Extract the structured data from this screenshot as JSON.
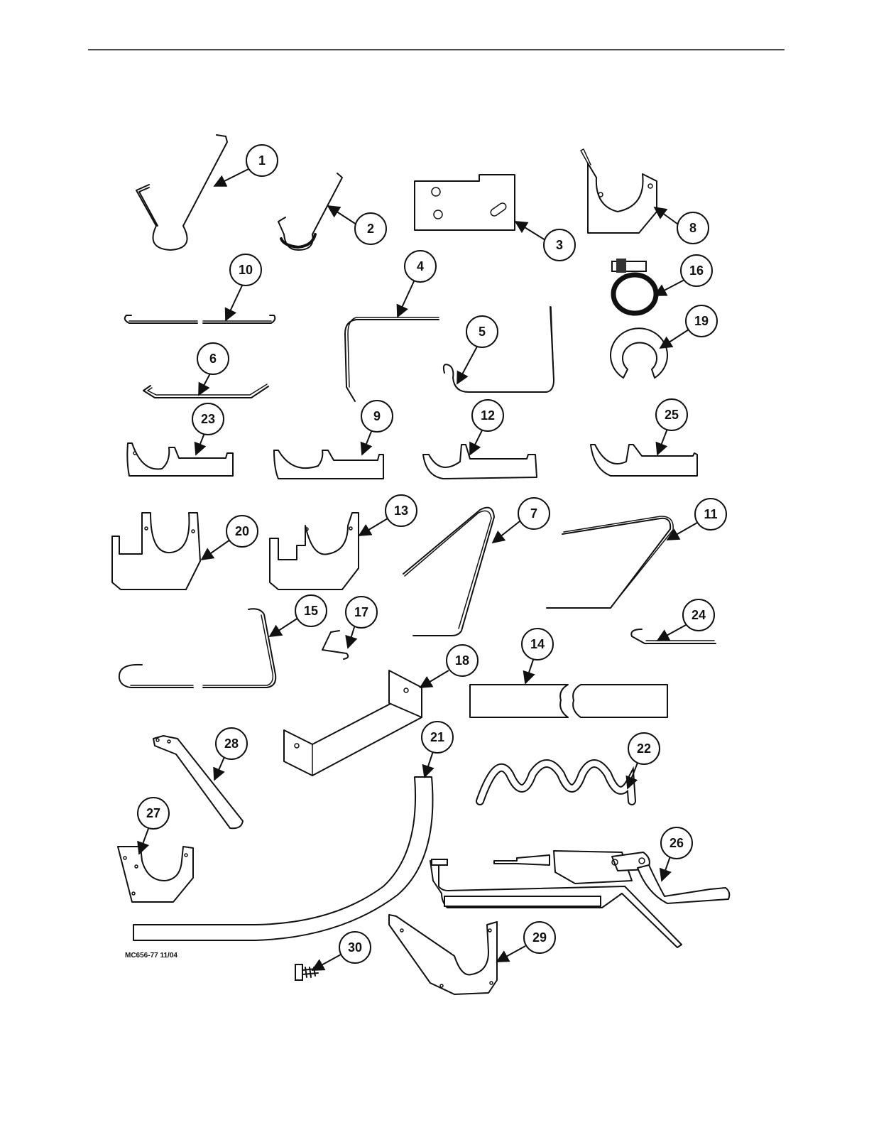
{
  "drawing": {
    "code": "MC656-77 11/04",
    "line_color": "#111111",
    "background": "#ffffff"
  },
  "callouts": [
    "1",
    "2",
    "3",
    "4",
    "5",
    "6",
    "7",
    "8",
    "9",
    "10",
    "11",
    "12",
    "13",
    "14",
    "15",
    "16",
    "17",
    "18",
    "19",
    "20",
    "21",
    "22",
    "23",
    "24",
    "25",
    "26",
    "27",
    "28",
    "29",
    "30"
  ]
}
